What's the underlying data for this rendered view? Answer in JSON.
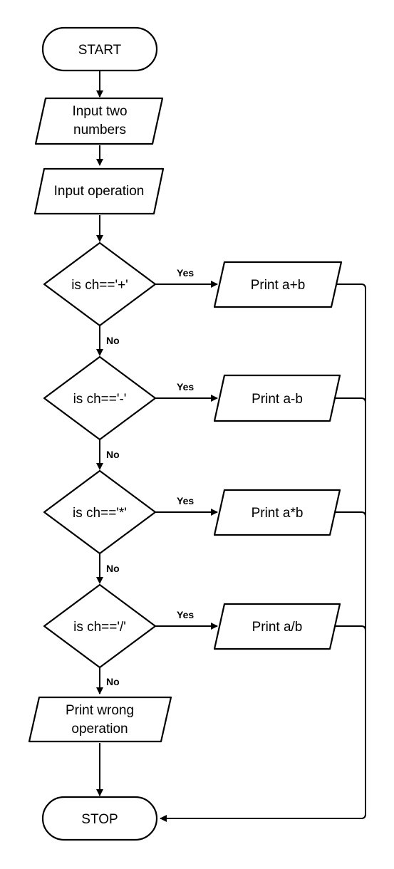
{
  "nodes": {
    "start": {
      "label": "START"
    },
    "input_numbers": {
      "lines": [
        "Input two",
        "numbers"
      ]
    },
    "input_operation": {
      "label": "Input operation"
    },
    "decision_add": {
      "label": "is ch=='+'"
    },
    "decision_sub": {
      "label": "is ch=='-'"
    },
    "decision_mul": {
      "label": "is ch=='*'"
    },
    "decision_div": {
      "label": "is ch=='/'"
    },
    "print_add": {
      "label": "Print a+b"
    },
    "print_sub": {
      "label": "Print a-b"
    },
    "print_mul": {
      "label": "Print a*b"
    },
    "print_div": {
      "label": "Print a/b"
    },
    "print_wrong": {
      "lines": [
        "Print wrong",
        "operation"
      ]
    },
    "stop": {
      "label": "STOP"
    }
  },
  "edge_labels": {
    "yes": "Yes",
    "no": "No"
  },
  "colors": {
    "stroke": "#000000",
    "fill": "#ffffff"
  }
}
